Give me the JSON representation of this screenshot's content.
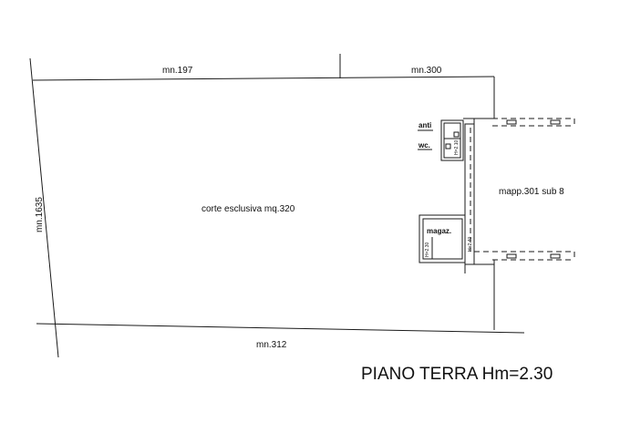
{
  "neighbors": {
    "north_left": "mn.197",
    "north_right": "mn.300",
    "west": "mn.1635",
    "south": "mn.312"
  },
  "areas": {
    "courtyard": "corte esclusiva mq.320",
    "adjacent_unit": "mapp.301 sub 8"
  },
  "rooms": {
    "anti": "anti",
    "wc": "wc.",
    "storage": "magaz."
  },
  "heights": {
    "wc_height": "H=2.10",
    "storage_height_inner": "H=2.40",
    "storage_height_left": "H=2.30"
  },
  "title": "PIANO TERRA Hm=2.30",
  "colors": {
    "line": "#1a1a1a",
    "background": "#ffffff"
  }
}
